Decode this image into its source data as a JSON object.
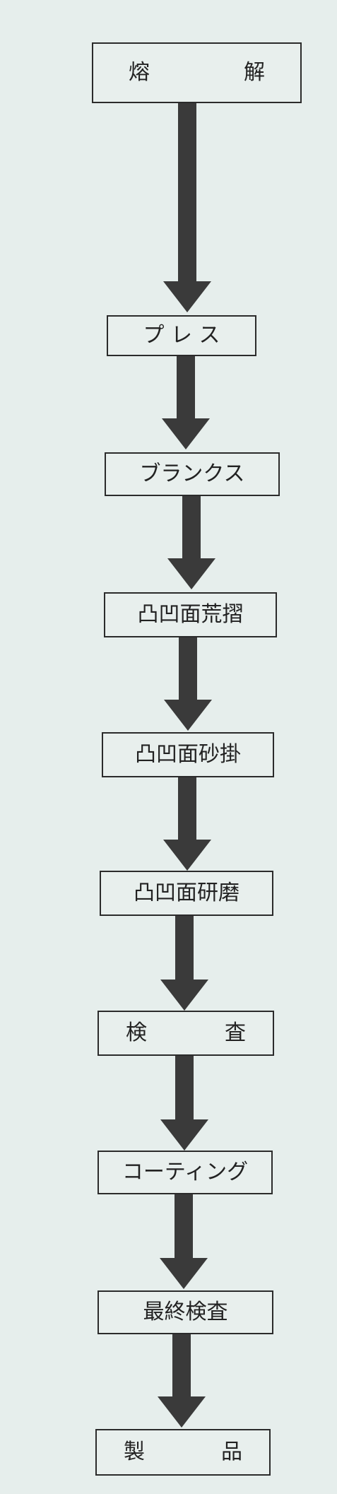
{
  "steps": [
    {
      "label": "熔　　　解",
      "parts": [
        "熔",
        "解"
      ]
    },
    {
      "label": "プ レ ス"
    },
    {
      "label": "ブランクス"
    },
    {
      "label": "凸凹面荒摺"
    },
    {
      "label": "凸凹面砂掛"
    },
    {
      "label": "凸凹面研磨"
    },
    {
      "label": "検　　　査",
      "parts": [
        "検",
        "査"
      ]
    },
    {
      "label": "コーティング"
    },
    {
      "label": "最終検査"
    },
    {
      "label": "製　　　品",
      "parts": [
        "製",
        "品"
      ]
    }
  ],
  "colors": {
    "background": "#e6eeec",
    "arrow": "#3a3a3a",
    "border": "#2b2b2b"
  }
}
